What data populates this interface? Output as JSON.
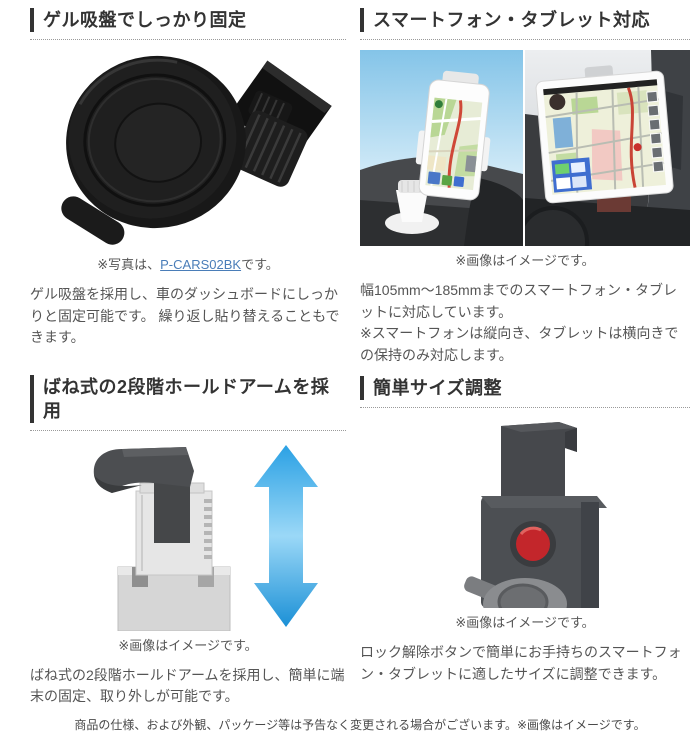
{
  "sections": {
    "gel": {
      "heading": "ゲル吸盤でしっかり固定",
      "caption": {
        "prefix": "※写真は、",
        "link": "P-CARS02BK",
        "suffix": "です。"
      },
      "body": "ゲル吸盤を採用し、車のダッシュボードにしっかりと固定可能です。 繰り返し貼り替えることもできます。",
      "image": "suction-cup-mount-photo"
    },
    "device": {
      "heading": "スマートフォン・タブレット対応",
      "caption": "※画像はイメージです。",
      "body1": "幅105mm〜185mmまでのスマートフォン・タブレットに対応しています。",
      "body2": "※スマートフォンは縦向き、タブレットは横向きでの保持のみ対応します。",
      "image_left": "smartphone-in-car-photo",
      "image_right": "tablet-in-car-photo"
    },
    "spring": {
      "heading": "ばね式の2段階ホールドアームを採用",
      "caption": "※画像はイメージです。",
      "body": "ばね式の2段階ホールドアームを採用し、簡単に端末の固定、取り外しが可能です。",
      "image": "spring-hold-arm-illustration"
    },
    "size": {
      "heading": "簡単サイズ調整",
      "caption": "※画像はイメージです。",
      "body": "ロック解除ボタンで簡単にお手持ちのスマートフォン・タブレットに適したサイズに調整できます。",
      "image": "lock-release-button-illustration"
    }
  },
  "footer": "商品の仕様、および外観、パッケージ等は予告なく変更される場合がございます。※画像はイメージです。",
  "icons": {
    "up_down_arrow": "vertical-double-arrow",
    "unlock_button": "red-round-button"
  },
  "colors": {
    "accent_bar": "#333333",
    "heading_text": "#333333",
    "body_text": "#555555",
    "link": "#4a7db8",
    "divider_dots": "#9a9a9a",
    "arrow_blue": "#2ba1e4",
    "button_red": "#c3262b",
    "product_black": "#1a1a1a",
    "sky_blue": "#84c4e8"
  }
}
